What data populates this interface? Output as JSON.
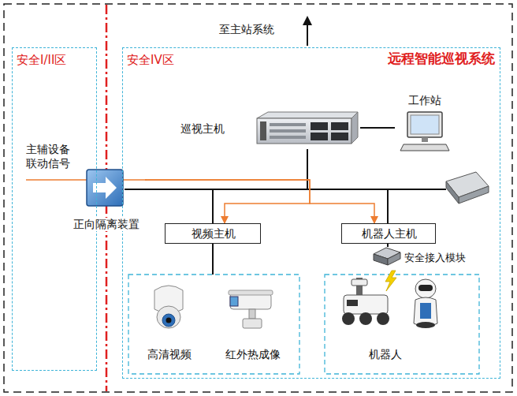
{
  "diagram": {
    "title": "远程智能巡视系统",
    "nodes": [
      {
        "text": [
          "安全I/II区"
        ]
      },
      {
        "text": [
          "安全IV区"
        ]
      },
      {
        "text": [
          "巡视主机"
        ],
        "in": 1
      },
      {
        "text": [
          "工作站"
        ],
        "in": 1
      },
      {
        "text": [
          "正向隔离装置"
        ]
      },
      {
        "text": [
          "视频主机"
        ],
        "in": 1
      },
      {
        "text": [
          "机器人主机"
        ],
        "in": 1
      },
      {
        "text": [
          "安全接入模块"
        ],
        "in": 1
      },
      {
        "text": [
          "高清视频"
        ],
        "in": 1
      },
      {
        "text": [
          "红外热成像"
        ],
        "in": 1
      },
      {
        "text": [
          "机器人"
        ],
        "in": 1
      }
    ],
    "edges": [
      {
        "from": 2,
        "to": 3,
        "arrow": "none"
      },
      {
        "from": 4,
        "to": 2,
        "arrow": "none"
      },
      {
        "from": 2,
        "to": 5,
        "arrow": "none"
      },
      {
        "from": 2,
        "to": 6,
        "arrow": "none"
      },
      {
        "from": 4,
        "to": 5,
        "arrow": "to"
      },
      {
        "from": 4,
        "to": 6,
        "arrow": "to"
      },
      {
        "from": 6,
        "to": 7,
        "arrow": "none"
      }
    ],
    "labels": [
      "至主站系统",
      "主辅设备联动信号"
    ]
  }
}
